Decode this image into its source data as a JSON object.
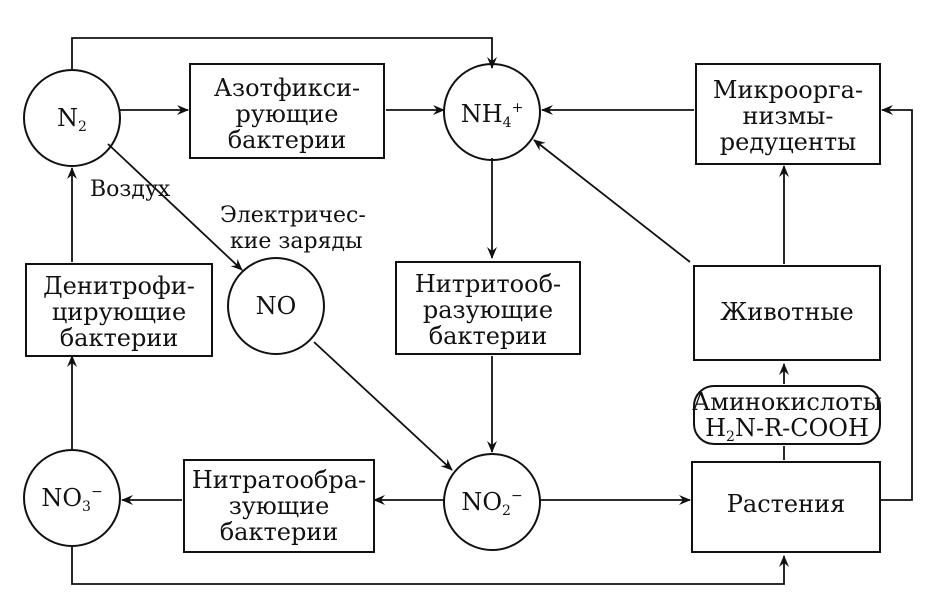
{
  "nodes": {
    "n2": {
      "base": "N",
      "sub": "2",
      "sup": ""
    },
    "nh4": {
      "base": "NH",
      "sub": "4",
      "sup": "+"
    },
    "no": {
      "base": "NO",
      "sub": "",
      "sup": ""
    },
    "no2": {
      "base": "NO",
      "sub": "2",
      "sup": "−"
    },
    "no3": {
      "base": "NO",
      "sub": "3",
      "sup": "−"
    }
  },
  "boxes": {
    "nitrogen_fixing": [
      "Азотфикси-",
      "рующие",
      "бактерии"
    ],
    "decomposers": [
      "Микроорга-",
      "низмы-",
      "редуценты"
    ],
    "denitrifying": [
      "Денитрофи-",
      "цирующие",
      "бактерии"
    ],
    "nitrite_forming": [
      "Нитритооб-",
      "разующие",
      "бактерии"
    ],
    "animals": [
      "Животные"
    ],
    "nitrate_forming": [
      "Нитратообра-",
      "зующие",
      "бактерии"
    ],
    "plants": [
      "Растения"
    ],
    "amino_acids": {
      "line1": "Аминокислоты",
      "formula": {
        "a": "H",
        "sub": "2",
        "b": "N-R-COOH"
      }
    }
  },
  "labels": {
    "air": "Воздух",
    "electric": [
      "Электричес-",
      "кие заряды"
    ]
  }
}
